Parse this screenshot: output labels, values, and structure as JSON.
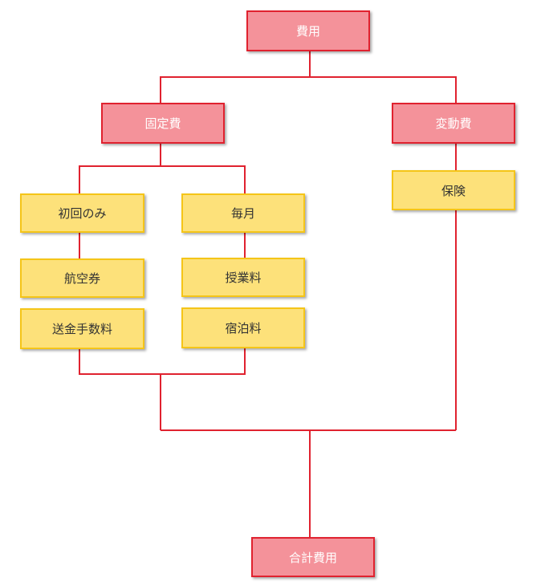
{
  "diagram": {
    "nodes": {
      "root": "費用",
      "fixed": "固定費",
      "variable": "変動費",
      "first_only": "初回のみ",
      "monthly": "毎月",
      "insurance": "保険",
      "airfare": "航空券",
      "tuition": "授業料",
      "remittance_fee": "送金手数料",
      "lodging": "宿泊料",
      "total": "合計費用"
    },
    "colors": {
      "red_fill": "#f4929a",
      "red_border": "#e0222f",
      "yellow_fill": "#fde17a",
      "yellow_border": "#f5c518",
      "connector": "#e0222f"
    }
  }
}
